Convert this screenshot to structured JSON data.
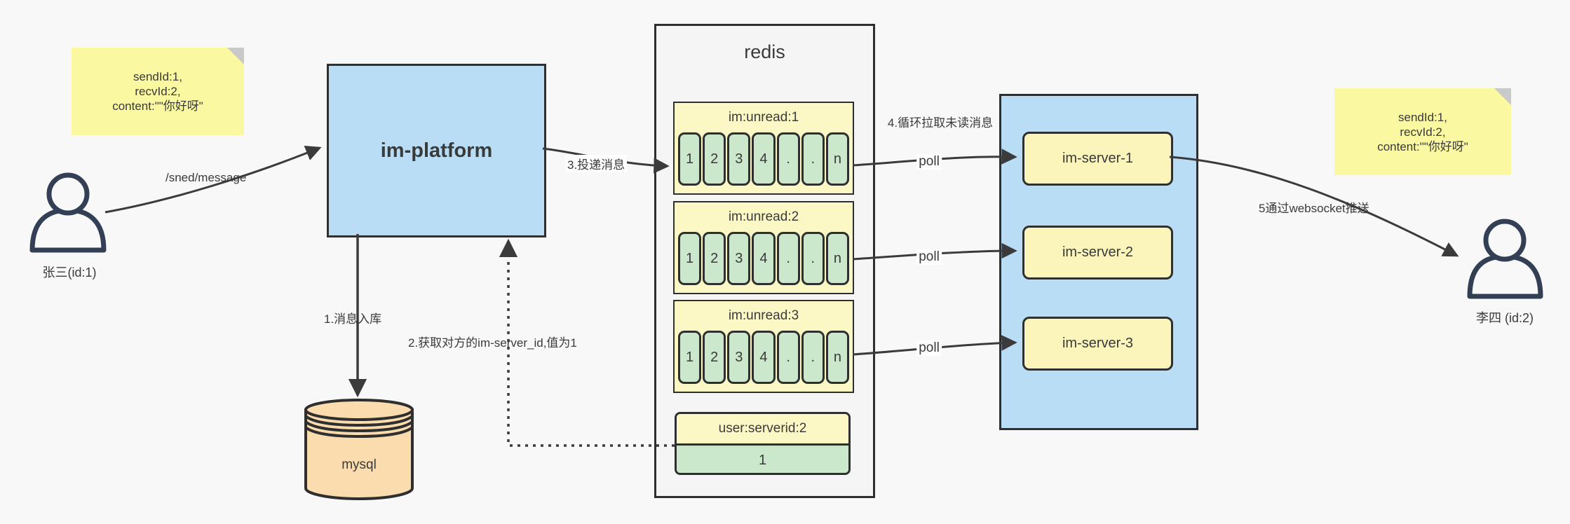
{
  "notes": {
    "left": {
      "text": "sendId:1,\nrecvId:2,\ncontent:\"\"你好呀\""
    },
    "right": {
      "text": "sendId:1,\nrecvId:2,\ncontent:\"\"你好呀\""
    }
  },
  "actors": {
    "left": {
      "label": "张三(id:1)"
    },
    "right": {
      "label": "李四 (id:2)"
    }
  },
  "platform": {
    "label": "im-platform"
  },
  "database": {
    "label": "mysql"
  },
  "redis": {
    "title": "redis",
    "queues": [
      {
        "name": "im:unread:1",
        "cells": [
          "1",
          "2",
          "3",
          "4",
          ".",
          ".",
          "n"
        ]
      },
      {
        "name": "im:unread:2",
        "cells": [
          "1",
          "2",
          "3",
          "4",
          ".",
          ".",
          "n"
        ]
      },
      {
        "name": "im:unread:3",
        "cells": [
          "1",
          "2",
          "3",
          "4",
          ".",
          ".",
          "n"
        ]
      }
    ],
    "kv": {
      "key": "user:serverid:2",
      "value": "1"
    }
  },
  "servers": {
    "items": [
      {
        "label": "im-server-1"
      },
      {
        "label": "im-server-2"
      },
      {
        "label": "im-server-3"
      }
    ]
  },
  "edges": {
    "send_message": "/sned/message",
    "step1": "1.消息入库",
    "step2": "2.获取对方的im-server_id,值为1",
    "step3": "3.投递消息",
    "step4": "4.循环拉取未读消息",
    "step5": "5通过websocket推送",
    "poll": "poll"
  },
  "colors": {
    "note_yellow": "#FAF8A0",
    "box_blue": "#B9DDF5",
    "queue_yellow": "#FCF8C6",
    "cell_green": "#CBE7CC",
    "server_yellow": "#FBF5BC",
    "mysql_orange": "#FBDCAE",
    "redis_gray": "#F5F5F5",
    "line_dark": "#3B3B3B"
  }
}
